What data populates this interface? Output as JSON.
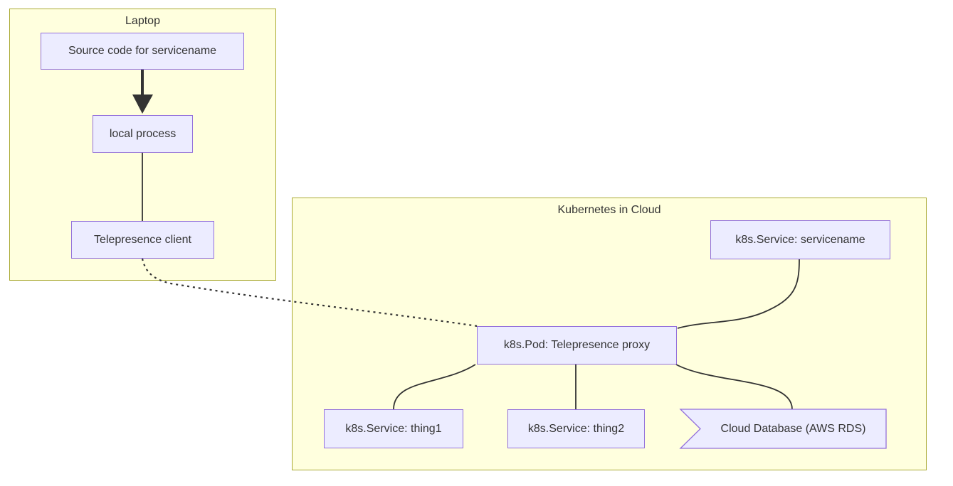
{
  "diagram": {
    "type": "flowchart",
    "background": "#ffffff",
    "colors": {
      "node_fill": "#ECECFF",
      "node_border": "#9370DB",
      "cluster_fill": "#ffffde",
      "cluster_border": "#aaaa33",
      "edge": "#333333",
      "text": "#333333"
    },
    "clusters": [
      {
        "id": "laptop",
        "label": "Laptop",
        "nodes": [
          "source-code",
          "local-process",
          "telepresence-client"
        ]
      },
      {
        "id": "kubernetes-in-cloud",
        "label": "Kubernetes in Cloud",
        "nodes": [
          "service-servicename",
          "pod-telepresence-proxy",
          "service-thing1",
          "service-thing2",
          "cloud-database"
        ]
      }
    ],
    "nodes": [
      {
        "id": "source-code",
        "label": "Source code for servicename",
        "shape": "rect"
      },
      {
        "id": "local-process",
        "label": "local process",
        "shape": "rect"
      },
      {
        "id": "telepresence-client",
        "label": "Telepresence client",
        "shape": "rect"
      },
      {
        "id": "service-servicename",
        "label": "k8s.Service: servicename",
        "shape": "rect"
      },
      {
        "id": "pod-telepresence-proxy",
        "label": "k8s.Pod: Telepresence proxy",
        "shape": "rect"
      },
      {
        "id": "service-thing1",
        "label": "k8s.Service: thing1",
        "shape": "rect"
      },
      {
        "id": "service-thing2",
        "label": "k8s.Service: thing2",
        "shape": "rect"
      },
      {
        "id": "cloud-database",
        "label": "Cloud Database (AWS RDS)",
        "shape": "odd-left-notch"
      }
    ],
    "edges": [
      {
        "from": "source-code",
        "to": "local-process",
        "style": "thick",
        "arrow": true
      },
      {
        "from": "local-process",
        "to": "telepresence-client",
        "style": "solid",
        "arrow": false
      },
      {
        "from": "telepresence-client",
        "to": "pod-telepresence-proxy",
        "style": "dotted",
        "arrow": false
      },
      {
        "from": "service-servicename",
        "to": "pod-telepresence-proxy",
        "style": "solid",
        "arrow": false
      },
      {
        "from": "pod-telepresence-proxy",
        "to": "service-thing1",
        "style": "solid",
        "arrow": false
      },
      {
        "from": "pod-telepresence-proxy",
        "to": "service-thing2",
        "style": "solid",
        "arrow": false
      },
      {
        "from": "pod-telepresence-proxy",
        "to": "cloud-database",
        "style": "solid",
        "arrow": false
      }
    ]
  }
}
